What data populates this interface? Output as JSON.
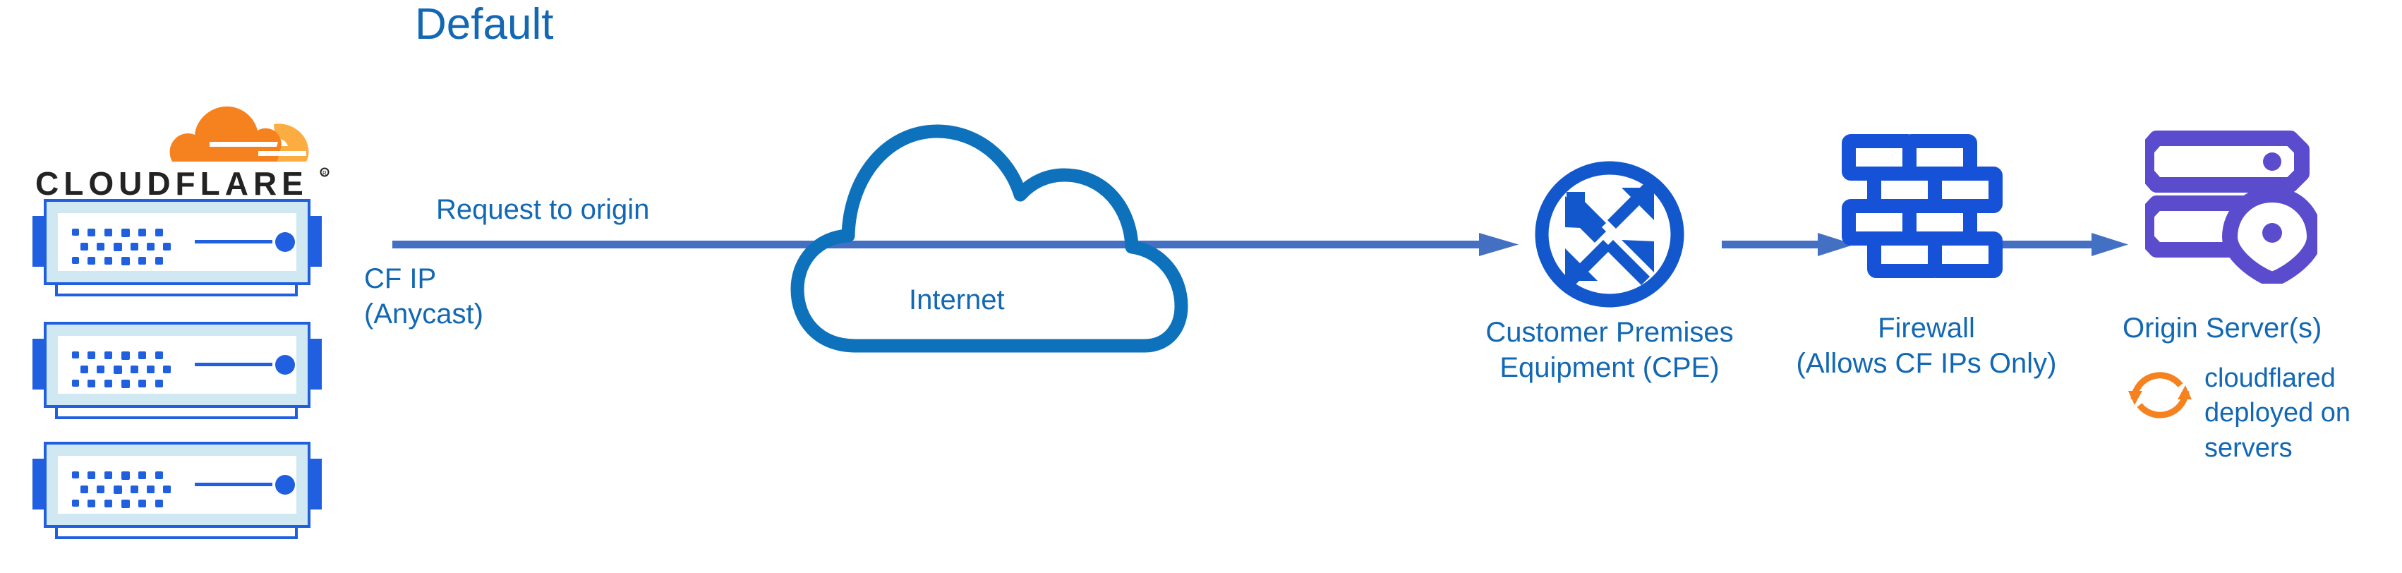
{
  "diagram": {
    "title": "Default",
    "brand_logo": {
      "name": "cloudflare-logo",
      "wordmark": "CLOUDFLARE",
      "trademark": "®"
    },
    "colors": {
      "title_blue": "#1268b3",
      "label_blue": "#1268b3",
      "arrow_blue": "#4470c4",
      "cloud_outline_blue": "#0d72bb",
      "router_blue": "#1258cc",
      "firewall_blue": "#1652d8",
      "origin_purple": "#5b4cce",
      "cloudflared_orange": "#f6821f",
      "server_accent_blue": "#1f5fe0",
      "server_body_light": "#cfe8f2",
      "logo_orange": "#f6821f",
      "logo_orange_light": "#fbad41",
      "logo_wordmark_black": "#232323",
      "background": "#ffffff"
    },
    "nodes": [
      {
        "id": "cloudflare-edge",
        "icon": "cloudflare-logo-with-server-stack",
        "label": "",
        "sublabel": "CF IP\n(Anycast)",
        "server_count": 3
      },
      {
        "id": "internet",
        "icon": "cloud-icon",
        "label": "Internet"
      },
      {
        "id": "cpe",
        "icon": "router-icon",
        "label": "Customer Premises\nEquipment (CPE)"
      },
      {
        "id": "firewall",
        "icon": "brick-wall-icon",
        "label": "Firewall\n(Allows CF IPs Only)"
      },
      {
        "id": "origin",
        "icon": "server-rack-location-pin-icon",
        "label": "Origin Server(s)",
        "annotation": {
          "icon": "sync-arrows-icon",
          "text": "cloudflared\ndeployed on\nservers"
        }
      }
    ],
    "edges": [
      {
        "id": "edge-edge-to-cpe",
        "label": "Request to origin",
        "from": "cloudflare-edge",
        "to": "cpe",
        "style": "solid-arrow"
      },
      {
        "id": "edge-cpe-to-firewall",
        "label": "",
        "from": "cpe",
        "to": "firewall",
        "style": "solid-arrow"
      },
      {
        "id": "edge-firewall-to-origin",
        "label": "",
        "from": "firewall",
        "to": "origin",
        "style": "solid-arrow"
      }
    ],
    "labels": {
      "request_to_origin": "Request to origin",
      "cf_ip": "CF IP\n(Anycast)",
      "internet": "Internet",
      "cpe": "Customer Premises\nEquipment (CPE)",
      "firewall": "Firewall\n(Allows CF IPs Only)",
      "origin": "Origin Server(s)",
      "cloudflared": "cloudflared\ndeployed on\nservers"
    }
  }
}
